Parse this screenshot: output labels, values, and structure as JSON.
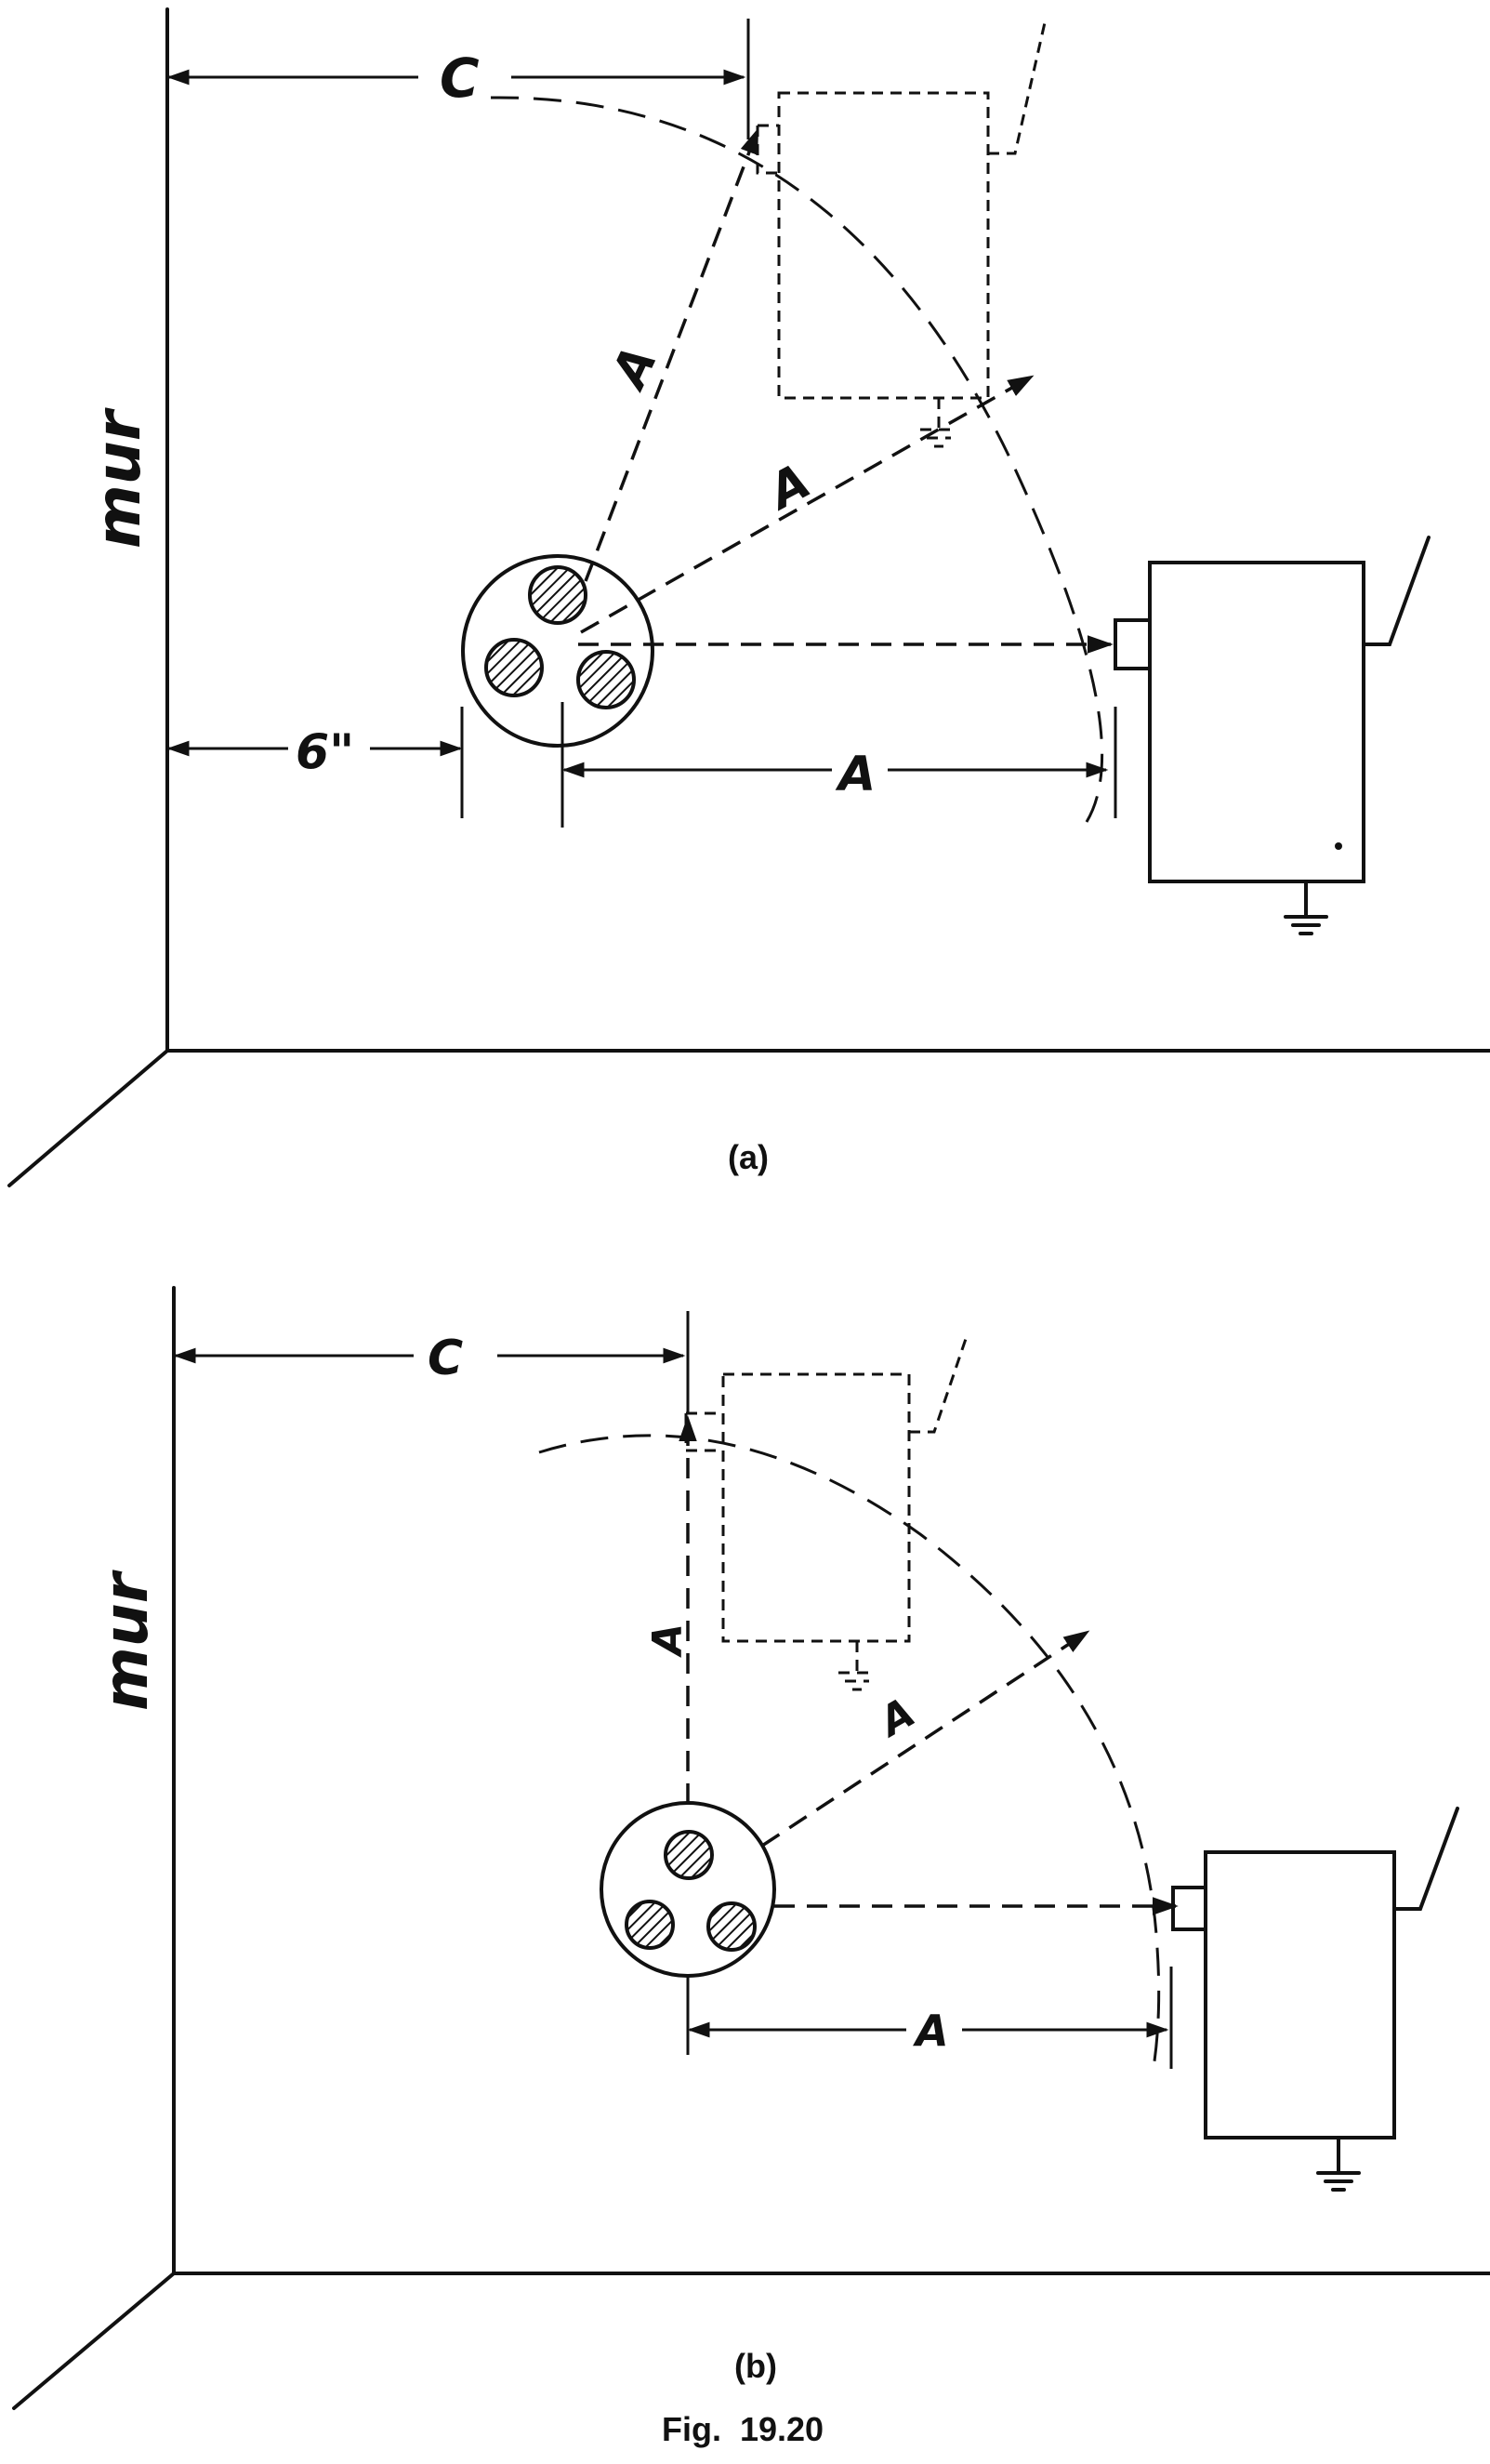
{
  "figure": {
    "caption": "Fig.  19.20",
    "panels": [
      {
        "id": "a",
        "label": "(a)",
        "wall_label": "mur",
        "dimensions": {
          "c": "C",
          "wall_gap": "6\"",
          "a_up": "A",
          "a_diag": "A",
          "a_horiz": "A"
        }
      },
      {
        "id": "b",
        "label": "(b)",
        "wall_label": "mur",
        "dimensions": {
          "c": "C",
          "a_up": "A",
          "a_diag": "A",
          "a_horiz": "A"
        }
      }
    ]
  },
  "colors": {
    "ink": "#111111",
    "background": "#ffffff",
    "hatch": "#111111"
  }
}
